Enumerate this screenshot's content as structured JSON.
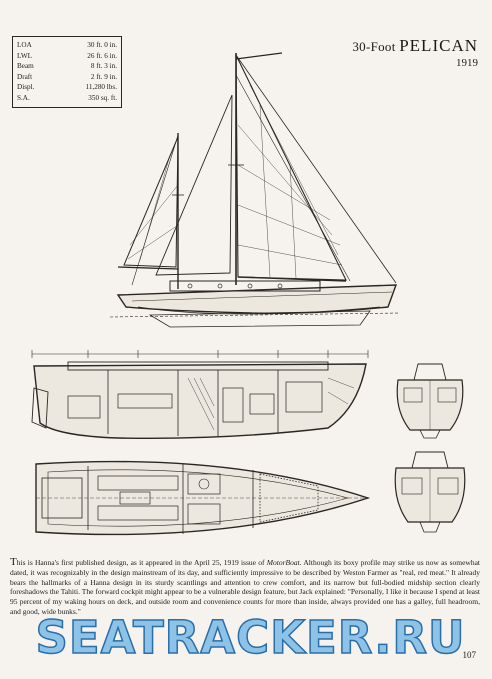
{
  "specs": [
    {
      "label": "LOA",
      "value": "30 ft.   0 in."
    },
    {
      "label": "LWL",
      "value": "26 ft.   6 in."
    },
    {
      "label": "Beam",
      "value": "8 ft.   3 in."
    },
    {
      "label": "Draft",
      "value": "2 ft.   9 in."
    },
    {
      "label": "Displ.",
      "value": "11,280 lbs."
    },
    {
      "label": "S.A.",
      "value": "350 sq. ft."
    }
  ],
  "title": {
    "prefix": "30-Foot",
    "name": "PELICAN",
    "year": "1919"
  },
  "caption": {
    "dropcap": "T",
    "body_intro": "his is Hanna's first published design, as it appeared in the April 25, 1919 issue of ",
    "magazine": "MotorBoat",
    "body": ". Although its boxy profile may strike us now as somewhat dated, it was recognizably in the design mainstream of its day, and sufficiently impressive to be described by Weston Farmer as \"real, red meat.\" It already bears the hallmarks of a Hanna design in its sturdy scantlings and attention to crew comfort, and its narrow but full-bodied midship section clearly foreshadows the Tahiti. The forward cockpit might appear to be a vulnerable design feature, but Jack explained: \"Personally, I like it because I spend at least 95 percent of my waking hours on deck, and outside room and convenience counts for more than inside, always provided one has a galley, full headroom, and good, wide bunks.\""
  },
  "watermark": "SEATRACKER.RU",
  "page_number": "107",
  "colors": {
    "paper": "#f6f3ee",
    "ink": "#2a2622",
    "watermark_fill": "#8ec3e8",
    "watermark_stroke": "#2b6ea8"
  }
}
